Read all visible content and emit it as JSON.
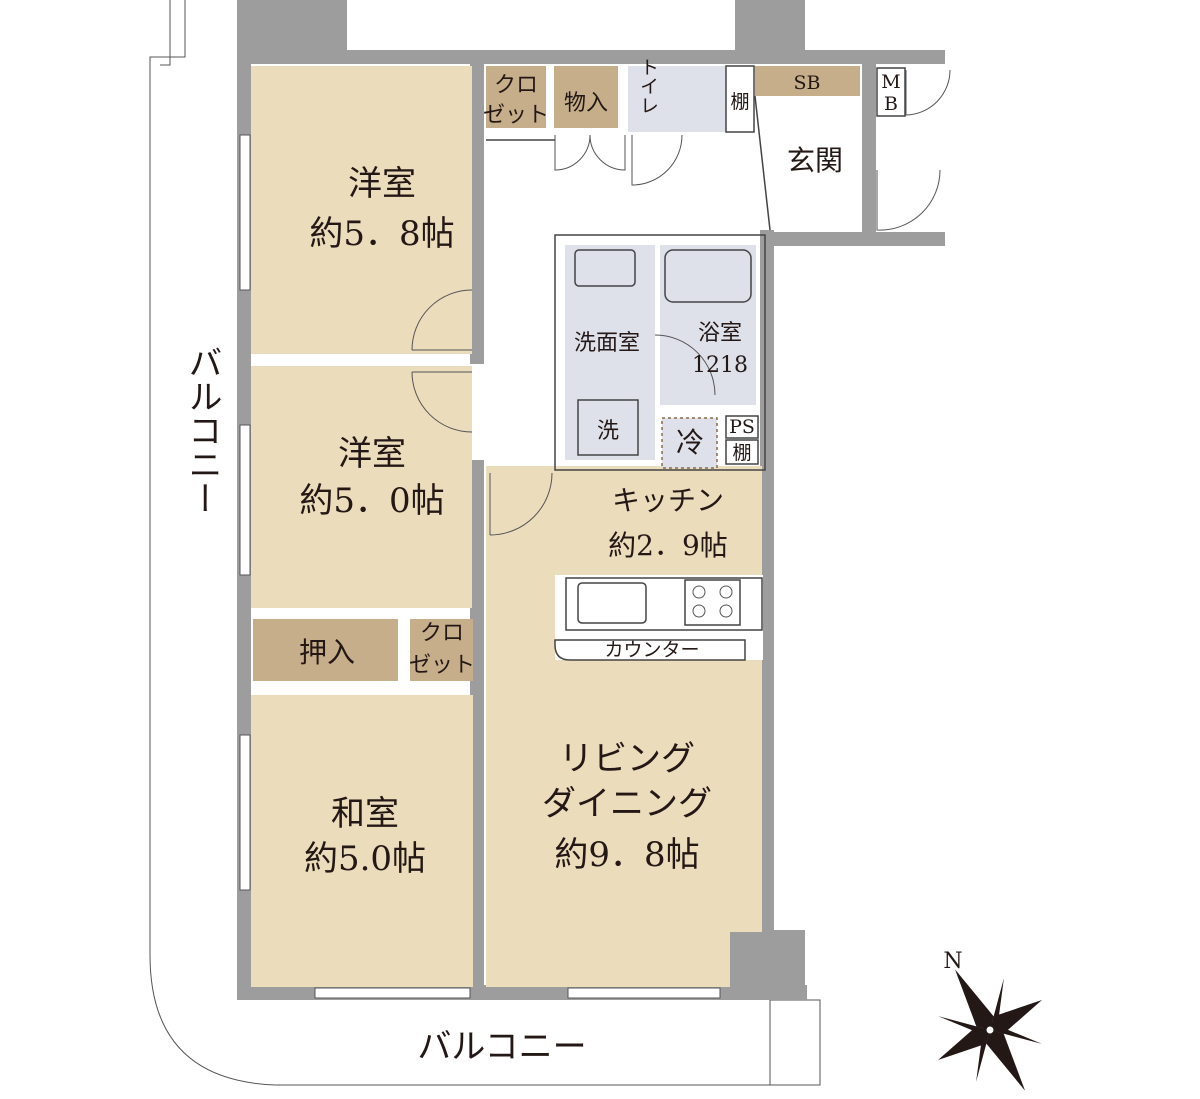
{
  "rooms": {
    "western_room_1": {
      "name": "洋室",
      "size": "約5．8帖"
    },
    "western_room_2": {
      "name": "洋室",
      "size": "約5．0帖"
    },
    "japanese_room": {
      "name": "和室",
      "size": "約5.0帖"
    },
    "ldk": {
      "line1": "リビング",
      "line2": "ダイニング",
      "size": "約9．8帖"
    },
    "kitchen": {
      "name": "キッチン",
      "size": "約2．9帖"
    },
    "washroom": {
      "name": "洗面室"
    },
    "bathroom": {
      "name": "浴室",
      "size": "1218"
    },
    "entrance": {
      "name": "玄関"
    },
    "closet_top": {
      "line1": "クロ",
      "line2": "ゼット"
    },
    "closet_mid": {
      "line1": "クロ",
      "line2": "ゼット"
    },
    "storage": {
      "name": "物入"
    },
    "oshiire": {
      "name": "押入"
    },
    "toilet": {
      "name": "トイレ"
    }
  },
  "fixtures": {
    "shelf_toilet": "棚",
    "shelf_ps": "棚",
    "shoe_box": "SB",
    "meter_box_1": "M",
    "meter_box_2": "B",
    "pipe_space": "PS",
    "fridge": "冷",
    "washer": "洗",
    "counter": "カウンター"
  },
  "balcony": {
    "west": "バルコニー",
    "south": "バルコニー"
  },
  "compass": {
    "label": "N"
  },
  "colors": {
    "room_fill": "#ebdcbc",
    "storage_fill": "#c6ae8a",
    "wet_area_fill": "#dfe1ea",
    "wall": "#9d9d9d"
  }
}
